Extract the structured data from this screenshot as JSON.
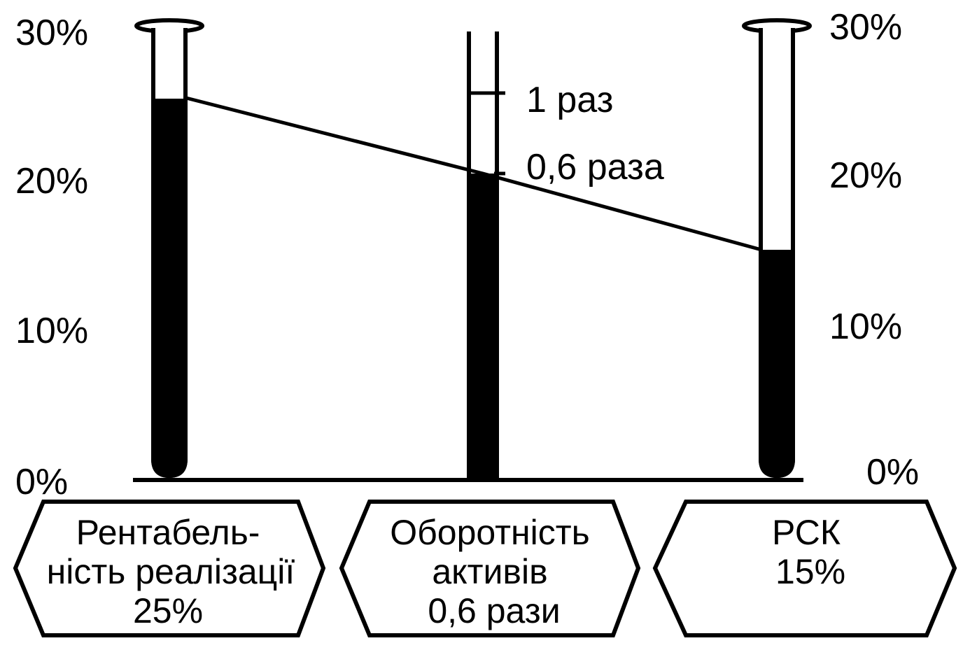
{
  "left_axis": {
    "ticks": [
      {
        "value": 30,
        "label": "30%"
      },
      {
        "value": 20,
        "label": "20%"
      },
      {
        "value": 10,
        "label": "10%"
      },
      {
        "value": 0,
        "label": "0%"
      }
    ]
  },
  "right_axis": {
    "ticks": [
      {
        "value": 30,
        "label": "30%"
      },
      {
        "value": 20,
        "label": "20%"
      },
      {
        "value": 10,
        "label": "10%"
      },
      {
        "value": 0,
        "label": "0%"
      }
    ]
  },
  "middle_scale": {
    "marks": [
      {
        "value": 1,
        "label": "1 раз"
      },
      {
        "value": 0.6,
        "label": "0,6 раза"
      }
    ]
  },
  "tubes": [
    {
      "id": "profitability",
      "value": 25,
      "unit": "%",
      "label_lines": [
        "Рентабель-",
        "ність реалізації",
        "25%"
      ]
    },
    {
      "id": "turnover",
      "value": 0.6,
      "unit": "раз",
      "label_lines": [
        "Оборотність",
        "активів",
        "0,6 рази"
      ]
    },
    {
      "id": "roe",
      "value": 15,
      "unit": "%",
      "label_lines": [
        "РСК",
        "15%"
      ]
    }
  ],
  "colors": {
    "ink": "#000000",
    "paper": "#ffffff"
  }
}
